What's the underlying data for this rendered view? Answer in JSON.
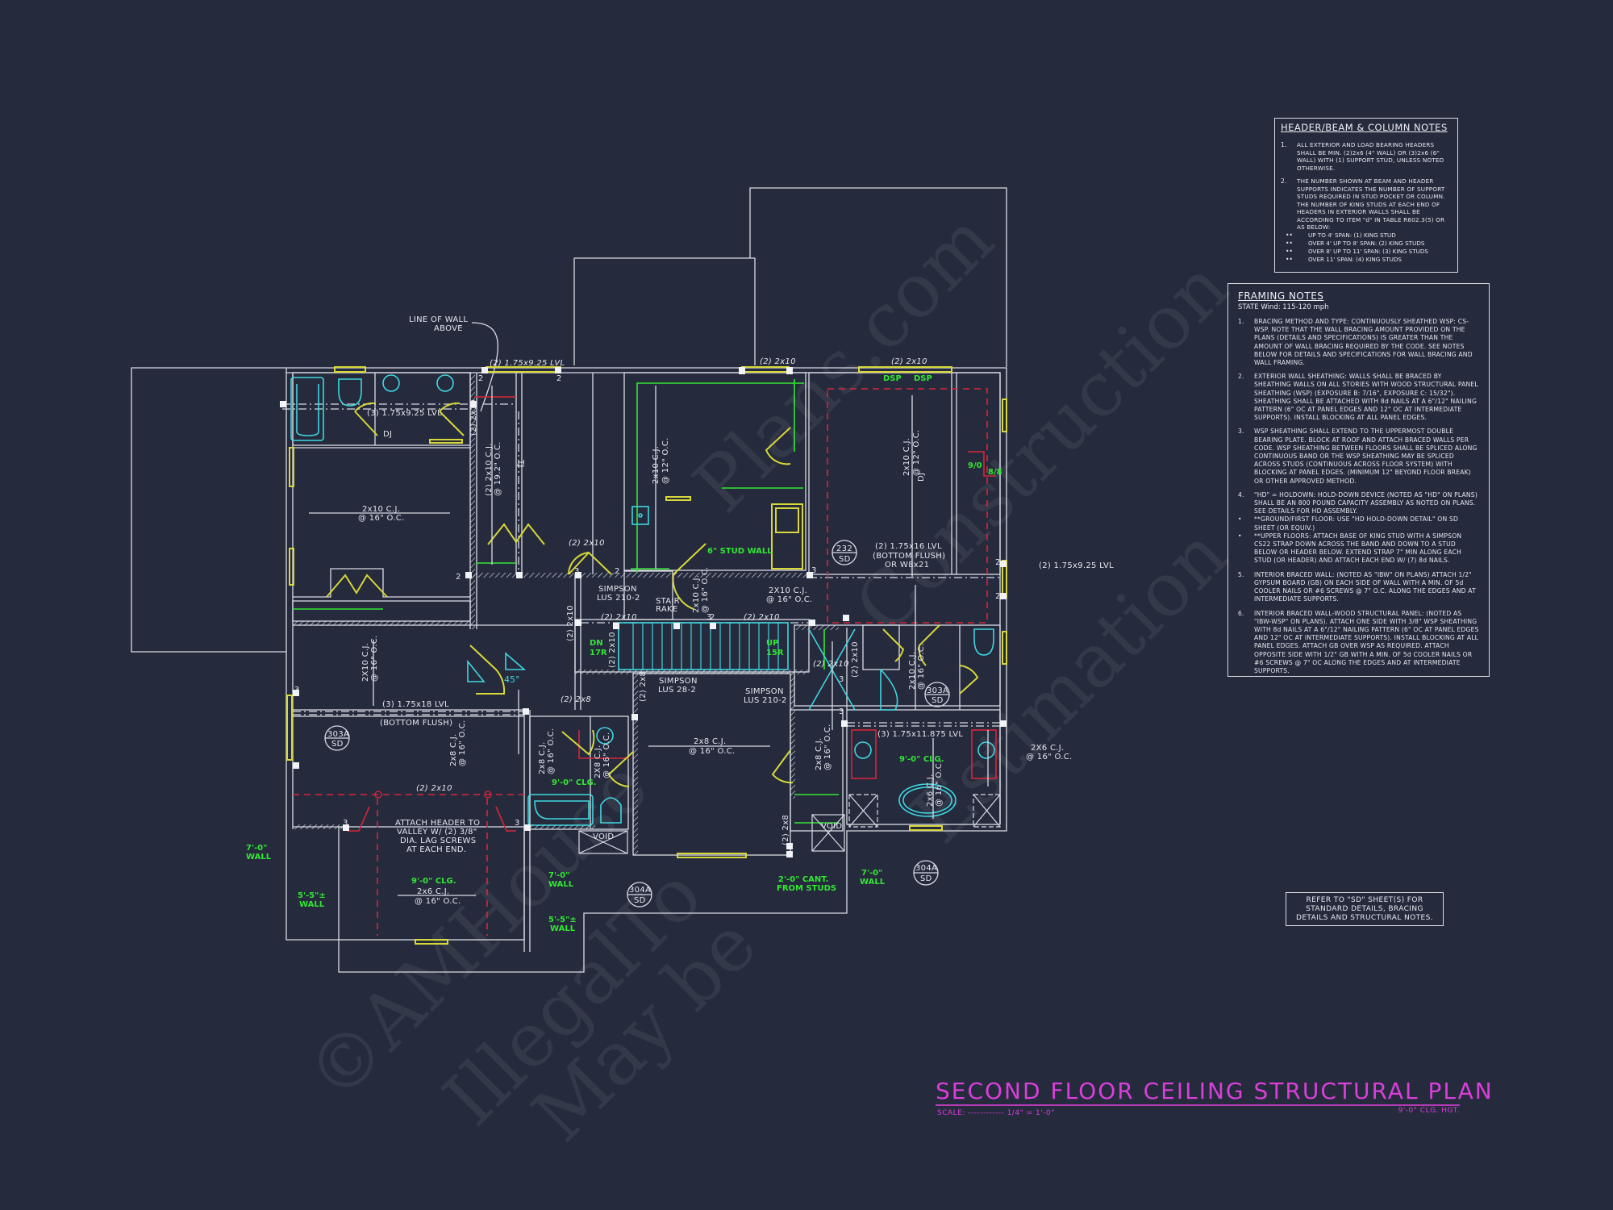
{
  "sheet": {
    "background": "#252a3d",
    "title": "SECOND FLOOR CEILING STRUCTURAL PLAN",
    "scale": "SCALE: ------------ 1/4\" = 1'-0\"",
    "ceiling_height": "9'-0\" CLG. HGT.",
    "title_color": "#d93fd9"
  },
  "refer_note": {
    "lines": [
      "REFER TO \"SD\"  SHEET(S) FOR",
      "STANDARD DETAILS, BRACING",
      "DETAILS AND STRUCTURAL NOTES."
    ]
  },
  "header_beam_notes": {
    "title": "HEADER/BEAM & COLUMN NOTES",
    "items": [
      {
        "num": "1.",
        "text": "ALL EXTERIOR AND LOAD BEARING HEADERS SHALL BE MIN. (2)2x6 (4\" WALL) OR (3)2x6 (6\" WALL) WITH (1) SUPPORT STUD, UNLESS NOTED OTHERWISE."
      },
      {
        "num": "2.",
        "text": "THE NUMBER SHOWN AT BEAM AND HEADER SUPPORTS INDICATES THE NUMBER OF SUPPORT STUDS REQUIRED IN STUD POCKET OR COLUMN. THE NUMBER OF KING STUDS AT EACH END OF HEADERS IN EXTERIOR WALLS SHALL BE ACCORDING TO ITEM \"d\" IN TABLE R602.3(5) OR AS BELOW:"
      }
    ],
    "bullets": [
      "UP TO 4' SPAN: (1) KING STUD",
      "OVER 4' UP TO 8' SPAN: (2) KING STUDS",
      "OVER 8' UP TO 11' SPAN: (3) KING STUDS",
      "OVER 11' SPAN: (4) KING STUDS"
    ]
  },
  "framing_notes": {
    "title": "FRAMING NOTES",
    "subtitle": "STATE Wind: 115-120 mph",
    "items": [
      {
        "num": "1.",
        "text": "BRACING METHOD AND TYPE: CONTINUOUSLY SHEATHED WSP: CS-WSP. NOTE THAT THE WALL BRACING AMOUNT PROVIDED ON THE PLANS (DETAILS AND SPECIFICATIONS) IS GREATER THAN THE AMOUNT OF WALL BRACING REQUIRED BY THE CODE. SEE NOTES BELOW FOR DETAILS AND SPECIFICATIONS FOR WALL BRACING AND WALL FRAMING."
      },
      {
        "num": "2.",
        "text": "EXTERIOR WALL SHEATHING: WALLS SHALL BE BRACED BY SHEATHING WALLS ON ALL STORIES WITH WOOD STRUCTURAL PANEL SHEATHING (WSP) (EXPOSURE B: 7/16\", EXPOSURE C: 15/32\"). SHEATHING SHALL BE ATTACHED WITH 8d NAILS AT A 6\"/12\" NAILING PATTERN (6\" OC AT PANEL EDGES AND 12\" OC AT INTERMEDIATE SUPPORTS). INSTALL BLOCKING AT ALL PANEL EDGES."
      },
      {
        "num": "3.",
        "text": "WSP SHEATHING SHALL EXTEND TO THE UPPERMOST DOUBLE BEARING PLATE. BLOCK AT ROOF AND ATTACH BRACED WALLS PER CODE. WSP SHEATHING BETWEEN FLOORS SHALL BE SPLICED ALONG CONTINUOUS BAND OR THE WSP SHEATHING MAY BE SPLICED ACROSS STUDS (CONTINUOUS ACROSS FLOOR SYSTEM) WITH BLOCKING AT PANEL EDGES. (MINIMUM 12\" BEYOND FLOOR BREAK) OR OTHER APPROVED METHOD."
      },
      {
        "num": "4.",
        "text": "\"HD\" = HOLDOWN: HOLD-DOWN DEVICE (NOTED AS \"HD\" ON PLANS) SHALL BE AN 800 POUND CAPACITY ASSEMBLY AS NOTED ON PLANS. SEE DETAILS FOR HD ASSEMBLY."
      },
      {
        "num": "•",
        "text": "**GROUND/FIRST FLOOR: USE \"HD HOLD-DOWN DETAIL\" ON SD SHEET (OR EQUIV.)"
      },
      {
        "num": "•",
        "text": "**UPPER FLOORS: ATTACH BASE OF KING STUD WITH A SIMPSON CS22 STRAP DOWN ACROSS THE BAND AND DOWN TO A STUD BELOW OR HEADER BELOW. EXTEND STRAP 7\" MIN ALONG EACH STUD (OR HEADER) AND ATTACH EACH END W/ (7) 8d NAILS."
      },
      {
        "num": "5.",
        "text": "INTERIOR BRACED WALL: (NOTED AS \"IBW\" ON PLANS) ATTACH 1/2\" GYPSUM BOARD (GB) ON EACH SIDE OF WALL WITH A MIN. OF 5d COOLER NAILS OR #6 SCREWS @ 7\" O.C. ALONG THE EDGES AND AT INTERMEDIATE SUPPORTS."
      },
      {
        "num": "6.",
        "text": "INTERIOR BRACED WALL-WOOD STRUCTURAL PANEL: (NOTED AS \"IBW-WSP\" ON PLANS). ATTACH ONE SIDE WITH 3/8\" WSP SHEATHING WITH 8d NAILS AT A 6\"/12\" NAILING PATTERN (6\" OC AT PANEL EDGES AND 12\" OC AT INTERMEDIATE SUPPORTS). INSTALL BLOCKING AT ALL PANEL EDGES. ATTACH GB OVER WSP AS REQUIRED. ATTACH OPPOSITE SIDE WITH 1/2\" GB WITH A MIN. OF 5d COOLER NAILS OR #6 SCREWS @ 7\" OC ALONG THE EDGES AND AT INTERMEDIATE SUPPORTS."
      }
    ]
  },
  "plan_labels": {
    "line_of_wall_above_1": "LINE OF WALL",
    "line_of_wall_above_2": "ABOVE",
    "beam_top_left": "(2) 1.75x9.25 LVL",
    "beam_bath": "(3) 1.75x9.25 LVL",
    "dj_1": "DJ",
    "hdr_2x10_vert_a": "(2) 2x10",
    "cj_2x10_192": "(2) 2x10 C.J.",
    "cj_2x10_192_b": "@ 19.2\" O.C.",
    "tj": "TJ",
    "cj_left_room_1": "2x10 C.J.",
    "cj_left_room_2": "@ 16\" O.C.",
    "hdr_2x10_top_mid": "(2) 2x10",
    "hdr_2x10_top_right": "(2) 2x10",
    "dsp_1": "DSP",
    "dsp_2": "DSP",
    "cj_closet_1": "2x10 C.J.",
    "cj_closet_2": "@ 12\" O.C.",
    "cj_master_1": "2x10 C.J.",
    "cj_master_2": "@ 12\" O.C.",
    "dj_master": "DJ",
    "hd_9_0": "9/0",
    "hd_8_8": "8/8",
    "stud_wall": "6\" STUD WALL",
    "hdr_2x10_hall": "(2) 2x10",
    "master_beam_1": "(2) 1.75x16 LVL",
    "master_beam_2": "(BOTTOM FLUSH)",
    "master_beam_3": "OR W8x21",
    "detail_232_top": "232",
    "detail_232_bot": "SD",
    "beam_right_ext": "(2) 1.75x9.25 LVL",
    "simpson_1a": "SIMPSON",
    "simpson_1b": "LUS 210-2",
    "stair_rake_1": "STAIR",
    "stair_rake_2": "RAKE",
    "cj_stair_1": "2x10 C.J.",
    "cj_stair_2": "@ 16\" O.C.",
    "cj_hall_r_1": "2X10 C.J.",
    "cj_hall_r_2": "@ 16\" O.C.",
    "hdr_stair_l": "(2) 2x10",
    "hdr_stair_r": "(2) 2x10",
    "hdr_stair_vert": "(2) 2x10",
    "hdr_stair_vert2": "(2) 2x10",
    "dn": "DN",
    "dn_r": "17R",
    "up": "UP",
    "up_r": "15R",
    "angle_45": "45°",
    "simpson_2a": "SIMPSON",
    "simpson_2b": "LUS 28-2",
    "simpson_3a": "SIMPSON",
    "simpson_3b": "LUS 210-2",
    "hdr_2x10_r": "(2) 2x10",
    "hdr_2x10_r_vert": "(2) 2x10",
    "cj_left_mid_1": "2X10 C.J.",
    "cj_left_mid_2": "@ 16\" O.C.",
    "beam_left_1": "(3) 1.75x18 LVL",
    "beam_left_2": "(BOTTOM FLUSH)",
    "detail_303a_top": "303A",
    "detail_303a_bot": "SD",
    "hdr_2x8": "(2) 2x8",
    "hdr_2x8_vert": "(2) 2x8",
    "cj_2x8_a1": "2x8 C.J.",
    "cj_2x8_a2": "@ 16\" O.C.",
    "cj_2x8_b1": "2x8 C.J.",
    "cj_2x8_b2": "@ 16\" O.C.",
    "cj_2x8_c1": "2X8 C.J.",
    "cj_2x8_c2": "@ 16\" O.C.",
    "cj_2x8_d1": "2x8 C.J.",
    "cj_2x8_d2": "@ 16\" O.C.",
    "cj_2x8_e1": "2x8 C.J.",
    "cj_2x8_e2": "@ 16\" O.C.",
    "hdr_2x10_valley": "(2) 2x10",
    "attach_1": "ATTACH HEADER TO",
    "attach_2": "VALLEY W/ (2) 3/8\"",
    "attach_3": "DIA. LAG SCREWS",
    "attach_4": "AT EACH END.",
    "clg_9_a": "9'-0\" CLG.",
    "clg_9_b": "9'-0\" CLG.",
    "clg_9_c": "9'-0\" CLG.",
    "cj_2x6_1": "2x6 C.J.",
    "cj_2x6_2": "@ 16\" O.C.",
    "wall_7_a1": "7'-0\"",
    "wall_7_a2": "WALL",
    "wall_55_a1": "5'-5\"±",
    "wall_55_a2": "WALL",
    "wall_7_b1": "7'-0\"",
    "wall_7_b2": "WALL",
    "wall_55_b1": "5'-5\"±",
    "wall_55_b2": "WALL",
    "void_1": "VOID",
    "void_2": "VOID",
    "detail_304a_1_top": "304A",
    "detail_304a_1_bot": "SD",
    "cant_1": "2'-0\" CANT.",
    "cant_2": "FROM STUDS",
    "hdr_2x8_r": "(2) 2x8",
    "wall_7_c1": "7'-0\"",
    "wall_7_c2": "WALL",
    "detail_304a_2_top": "304A",
    "detail_304a_2_bot": "SD",
    "cj_master_bath_1": "2x10 C.J.",
    "cj_master_bath_2": "@ 16\" O.C.",
    "detail_303a_2_top": "303A",
    "detail_303a_2_bot": "SD",
    "beam_master_bath": "(3) 1.75x11.875 LVL",
    "cj_2x6_mb_1": "2X6 C.J.",
    "cj_2x6_mb_2": "@ 16\" O.C.",
    "cj_2x6_tub_1": "2x6 C.J.",
    "cj_2x6_tub_2": "@ 16\" O.C.",
    "n2": "2",
    "n3": "3"
  },
  "watermarks": [
    "©AMHouse",
    "IllegalTo",
    "Plans.com",
    "Construction",
    "Estimation",
    "May be"
  ],
  "colors": {
    "line": "#d9dce4",
    "yellow": "#d8d83a",
    "green": "#33e633",
    "cyan": "#3fd7e0",
    "red": "#d9263a",
    "magenta": "#d93fd9"
  }
}
